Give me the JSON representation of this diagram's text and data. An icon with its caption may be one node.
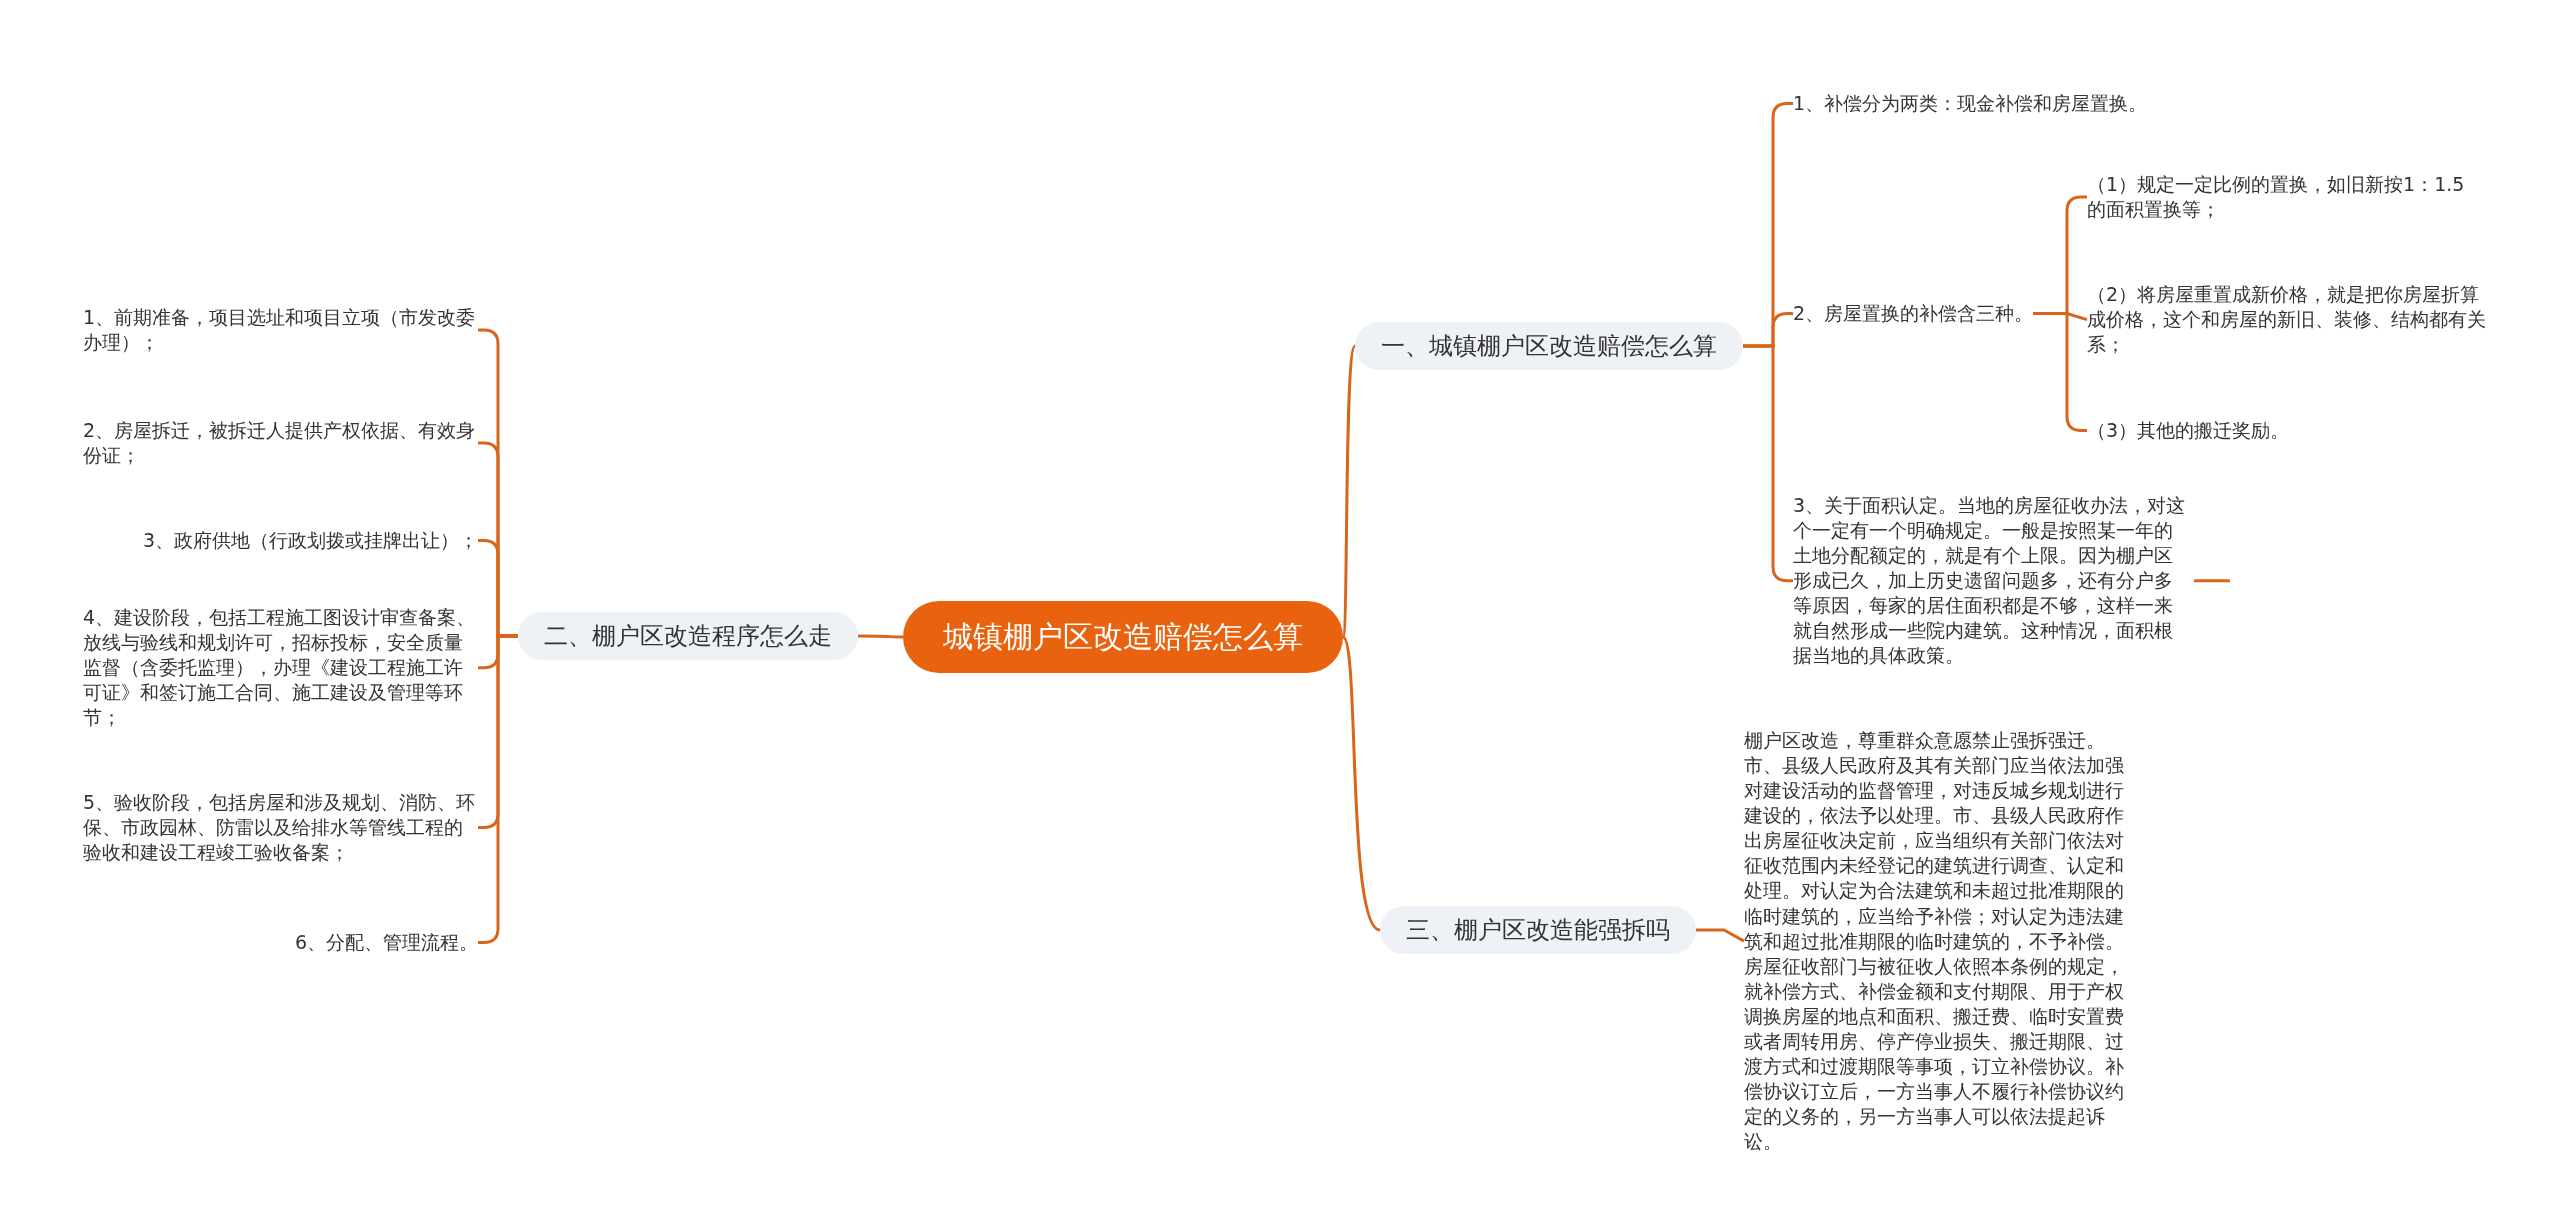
{
  "diagram": {
    "nodes": [
      {
        "text": [
          "城镇棚户区改造赔偿怎么算"
        ]
      },
      {
        "text": [
          "一、城镇棚户区改造赔偿怎么算"
        ]
      },
      {
        "text": [
          "1、补偿分为两类：现金补偿和房屋置换。"
        ]
      },
      {
        "text": [
          "2、房屋置换的补偿含三种。"
        ]
      },
      {
        "text": [
          "（1）规定一定比例的置换，如旧新按1：1.5的面积置换等；"
        ]
      },
      {
        "text": [
          "（2）将房屋重置成新价格，就是把你房屋折算成价格，这个和房屋的新旧、装修、结构都有关系；"
        ]
      },
      {
        "text": [
          "（3）其他的搬迁奖励。"
        ]
      },
      {
        "text": [
          "3、关于面积认定。当地的房屋征收办法，对这个一定有一个明确规定。一般是按照某一年的土地分配额定的，就是有个上限。因为棚户区形成已久，加上历史遗留问题多，还有分户多等原因，每家的居住面积都是不够，这样一来就自然形成一些院内建筑。这种情况，面积根据当地的具体政策。"
        ]
      },
      {
        "text": [
          "二、棚户区改造程序怎么走"
        ]
      },
      {
        "text": [
          "1、前期准备，项目选址和项目立项（市发改委办理）；"
        ]
      },
      {
        "text": [
          "2、房屋拆迁，被拆迁人提供产权依据、有效身份证；"
        ]
      },
      {
        "text": [
          "3、政府供地（行政划拨或挂牌出让）；"
        ]
      },
      {
        "text": [
          "4、建设阶段，包括工程施工图设计审查备案、放线与验线和规划许可，招标投标，安全质量监督（含委托监理），办理《建设工程施工许可证》和签订施工合同、施工建设及管理等环节；"
        ]
      },
      {
        "text": [
          "5、验收阶段，包括房屋和涉及规划、消防、环保、市政园林、防雷以及给排水等管线工程的验收和建设工程竣工验收备案；"
        ]
      },
      {
        "text": [
          "6、分配、管理流程。"
        ]
      },
      {
        "text": [
          "三、棚户区改造能强拆吗"
        ]
      },
      {
        "text": [
          "棚户区改造，尊重群众意愿禁止强拆强迁。市、县级人民政府及其有关部门应当依法加强对建设活动的监督管理，对违反城乡规划进行建设的，依法予以处理。市、县级人民政府作出房屋征收决定前，应当组织有关部门依法对征收范围内未经登记的建筑进行调查、认定和处理。对认定为合法建筑和未超过批准期限的临时建筑的，应当给予补偿；对认定为违法建筑和超过批准期限的临时建筑的，不予补偿。房屋征收部门与被征收人依照本条例的规定，就补偿方式、补偿金额和支付期限、用于产权调换房屋的地点和面积、搬迁费、临时安置费或者周转用房、停产停业损失、搬迁期限、过渡方式和过渡期限等事项，订立补偿协议。补偿协议订立后，一方当事人不履行补偿协议约定的义务的，另一方当事人可以依法提起诉讼。"
        ]
      }
    ],
    "edges": [
      {
        "from": 0,
        "to": 1,
        "arrow": "none"
      },
      {
        "from": 1,
        "to": 2,
        "arrow": "none"
      },
      {
        "from": 1,
        "to": 3,
        "arrow": "none"
      },
      {
        "from": 3,
        "to": 4,
        "arrow": "none"
      },
      {
        "from": 3,
        "to": 5,
        "arrow": "none"
      },
      {
        "from": 3,
        "to": 6,
        "arrow": "none"
      },
      {
        "from": 1,
        "to": 7,
        "arrow": "none"
      },
      {
        "from": 7,
        "to": null,
        "arrow": "none"
      },
      {
        "from": 0,
        "to": 8,
        "arrow": "none"
      },
      {
        "from": 8,
        "to": 9,
        "arrow": "none"
      },
      {
        "from": 8,
        "to": 10,
        "arrow": "none"
      },
      {
        "from": 8,
        "to": 11,
        "arrow": "none"
      },
      {
        "from": 8,
        "to": 12,
        "arrow": "none"
      },
      {
        "from": 8,
        "to": 13,
        "arrow": "none"
      },
      {
        "from": 8,
        "to": 14,
        "arrow": "none"
      },
      {
        "from": 0,
        "to": 15,
        "arrow": "none"
      },
      {
        "from": 15,
        "to": 16,
        "arrow": "none"
      }
    ]
  }
}
